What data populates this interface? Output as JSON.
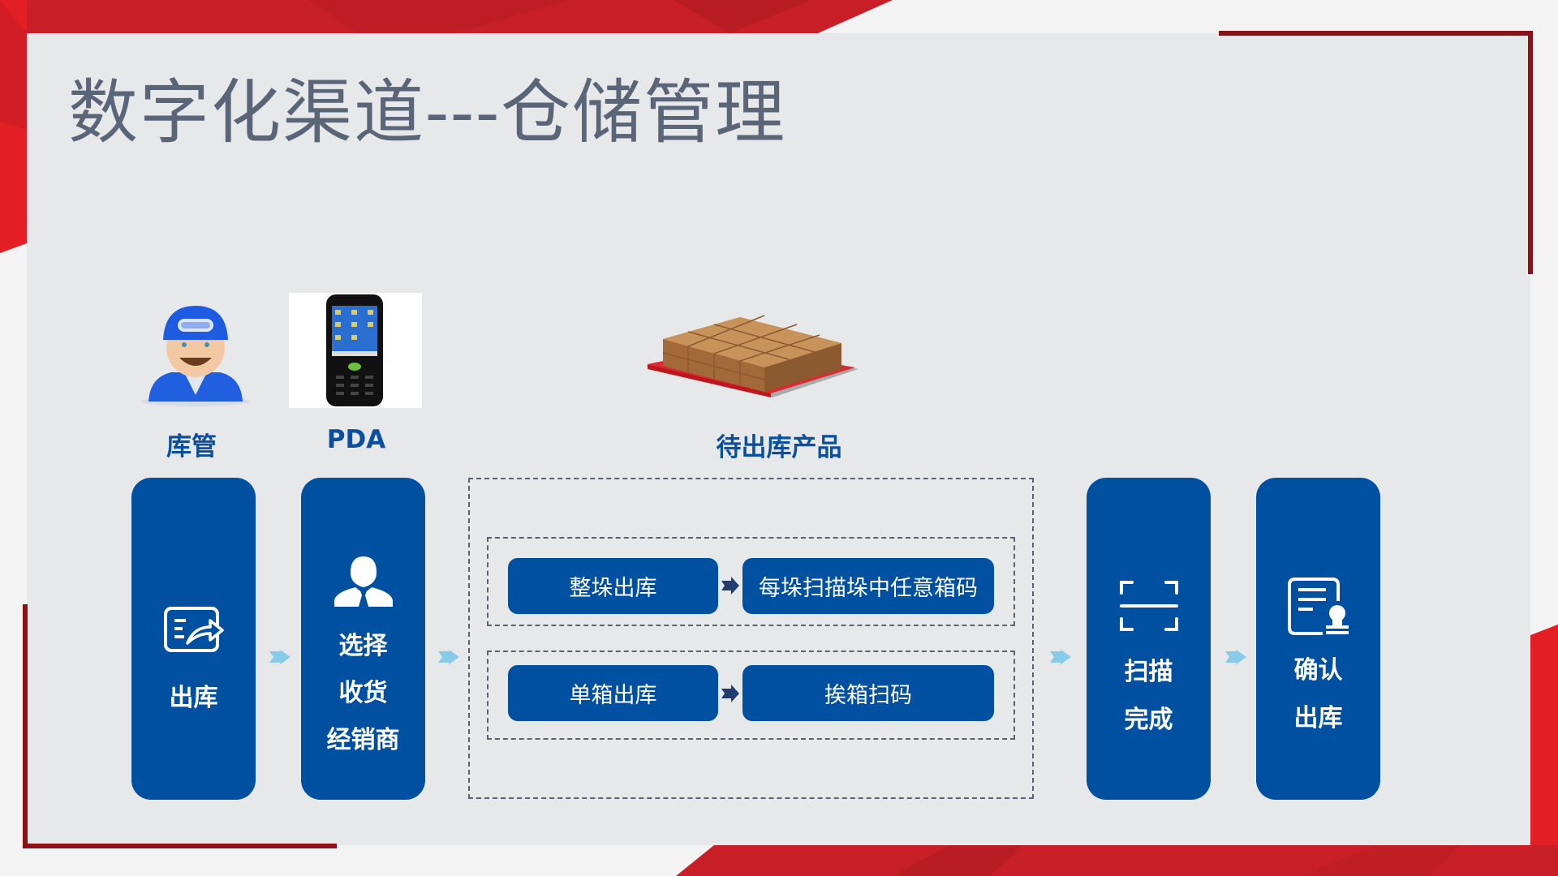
{
  "slide": {
    "title": "数字化渠道---仓储管理",
    "colors": {
      "brand_red": "#e31e25",
      "dark_red_bracket": "#8b1017",
      "card_blue": "#0050a2",
      "label_blue": "#0b4f9f",
      "title_gray": "#5a6577",
      "arrow_light_blue": "#87cbe8",
      "arrow_dark": "#233c6e"
    }
  },
  "actors": [
    {
      "label": "库管",
      "icon": "warehouse-keeper-icon"
    },
    {
      "label": "PDA",
      "icon": "pda-device-icon"
    },
    {
      "label": "待出库产品",
      "icon": "pallet-boxes-icon"
    }
  ],
  "steps": [
    {
      "icon": "export-document-icon",
      "lines": [
        "出库"
      ]
    },
    {
      "icon": "business-person-icon",
      "lines": [
        "选择",
        "收货",
        "经销商"
      ]
    },
    {
      "icon": "scan-frame-icon",
      "lines": [
        "扫描",
        "完成"
      ]
    },
    {
      "icon": "stamped-document-icon",
      "lines": [
        "确认",
        "出库"
      ]
    }
  ],
  "options": [
    {
      "mode": "整垛出库",
      "action": "每垛扫描垛中任意箱码"
    },
    {
      "mode": "单箱出库",
      "action": "挨箱扫码"
    }
  ]
}
